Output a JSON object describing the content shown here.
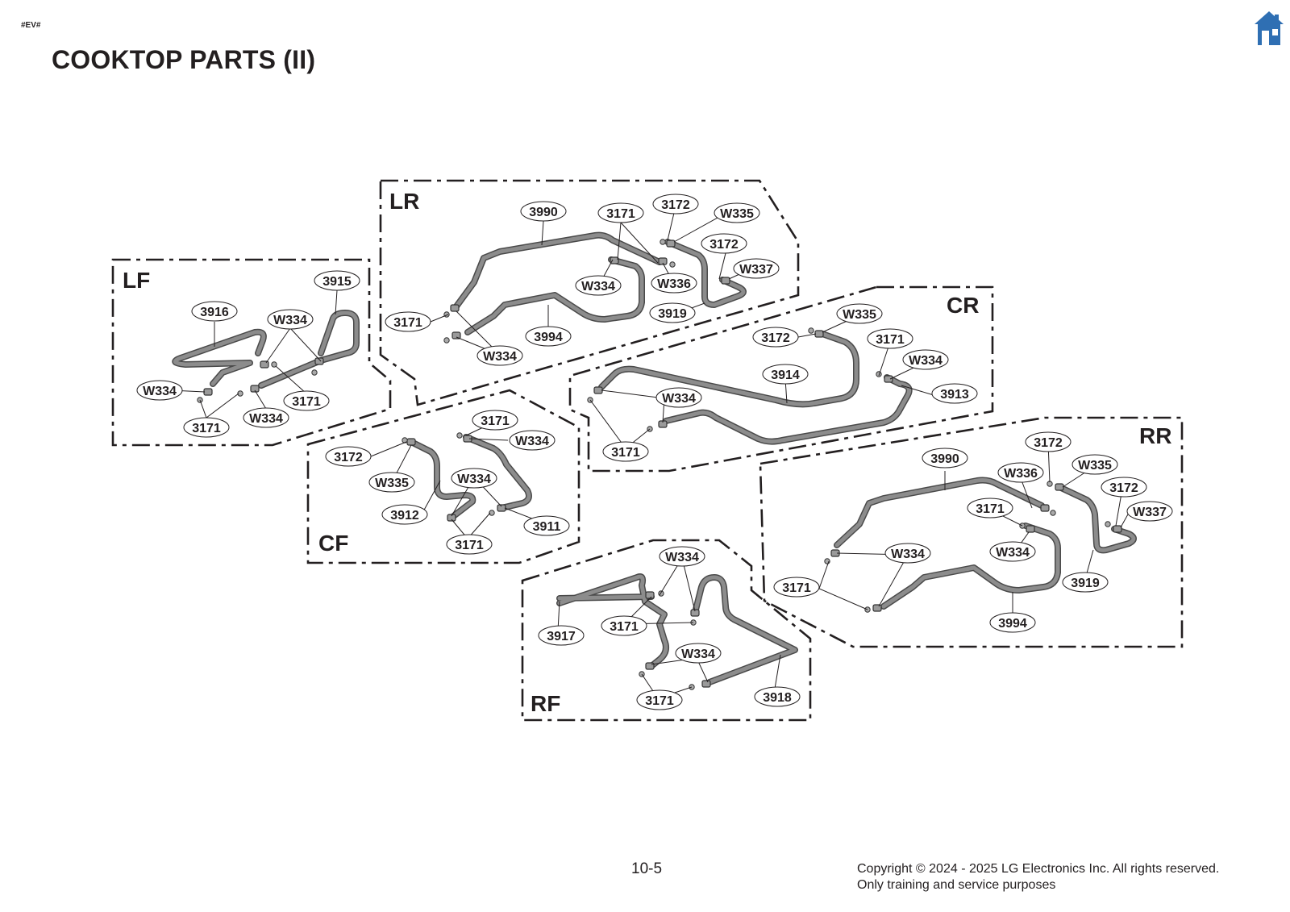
{
  "header": {
    "tag": "#EV#",
    "title": "COOKTOP PARTS (II)",
    "home_icon": "home-icon",
    "home_color": "#2f6fb3"
  },
  "diagram": {
    "sections": [
      {
        "id": "LF",
        "label": "LF",
        "parts": [
          "3916",
          "3915",
          "W334",
          "W334",
          "W334",
          "3171",
          "3171"
        ]
      },
      {
        "id": "LR",
        "label": "LR",
        "parts": [
          "3990",
          "3171",
          "3172",
          "W335",
          "3172",
          "W337",
          "W334",
          "W336",
          "3919",
          "3171",
          "3994",
          "W334"
        ]
      },
      {
        "id": "CR",
        "label": "CR",
        "parts": [
          "W335",
          "3172",
          "3171",
          "W334",
          "3914",
          "3913",
          "W334",
          "3171"
        ]
      },
      {
        "id": "CF",
        "label": "CF",
        "parts": [
          "3171",
          "W334",
          "3172",
          "W335",
          "W334",
          "3912",
          "3911",
          "3171"
        ]
      },
      {
        "id": "RR",
        "label": "RR",
        "parts": [
          "3172",
          "W335",
          "3990",
          "W336",
          "3172",
          "W337",
          "3171",
          "W334",
          "W334",
          "3919",
          "3171",
          "3994"
        ]
      },
      {
        "id": "RF",
        "label": "RF",
        "parts": [
          "W334",
          "3917",
          "3171",
          "W334",
          "3171",
          "3918"
        ]
      }
    ]
  },
  "footer": {
    "page_number": "10-5",
    "copyright_line1": "Copyright © 2024 - 2025 LG Electronics Inc. All rights reserved.",
    "copyright_line2": "Only training and service purposes"
  },
  "colors": {
    "tube": "#8c8c8c",
    "tube_outline": "#4a4a4a",
    "ink": "#231f20"
  }
}
